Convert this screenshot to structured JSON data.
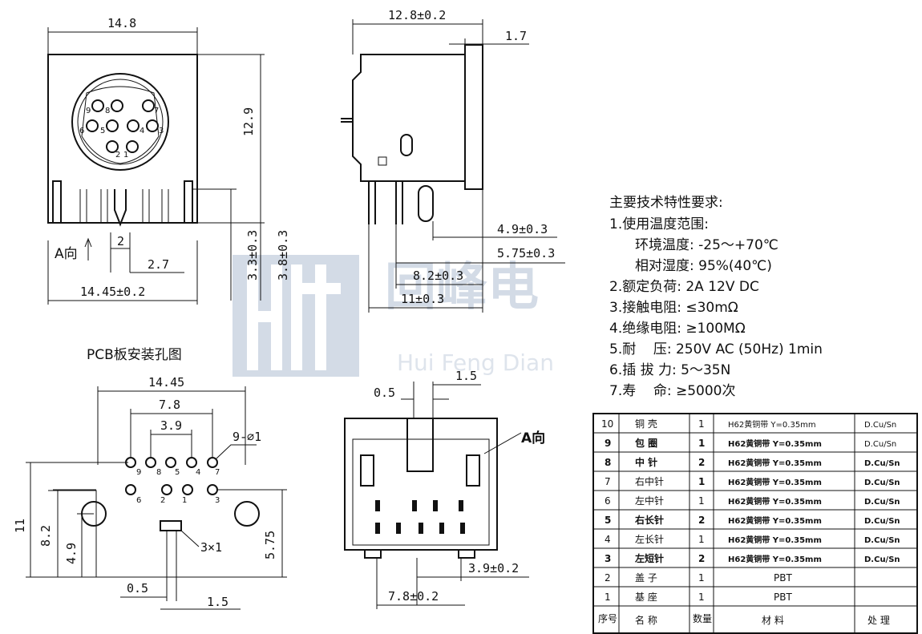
{
  "dimensions": {
    "front_width": "14.8",
    "front_height": "12.9",
    "front_base_width": "14.45±0.2",
    "front_pin_gap": "2",
    "front_pin_offset": "2.7",
    "front_h1": "3.3±0.3",
    "front_h2": "3.8±0.3",
    "side_depth": "12.8±0.2",
    "side_flange": "1.7",
    "side_d1": "4.9±0.3",
    "side_d2": "5.75±0.3",
    "side_d3": "8.2±0.3",
    "side_d4": "11±0.3",
    "pcb_w1": "14.45",
    "pcb_w2": "7.8",
    "pcb_w3": "3.9",
    "pcb_hole": "9-⌀1",
    "pcb_slot": "3×1",
    "pcb_h1": "11",
    "pcb_h2": "8.2",
    "pcb_h3": "4.9",
    "pcb_h4": "5.75",
    "pcb_b1": "0.5",
    "pcb_b2": "1.5",
    "bottom_t1": "0.5",
    "bottom_t2": "1.5",
    "bottom_b1": "3.9±0.2",
    "bottom_b2": "7.8±0.2"
  },
  "labels": {
    "a_view_front": "A向",
    "a_view_bottom": "A向",
    "pcb_title": "PCB板安装孔图",
    "pin_numbers": [
      "9",
      "8",
      "7",
      "6",
      "5",
      "4",
      "3",
      "2",
      "1"
    ]
  },
  "watermark": {
    "cn": "回峰电",
    "en": "Hui Feng Dian"
  },
  "specs": {
    "title": "主要技术特性要求:",
    "lines": [
      "1.使用温度范围:",
      "环境温度: -25～+70℃",
      "相对湿度: 95%(40℃)",
      "2.额定负荷: 2A 12V DC",
      "3.接触电阻: ≤30mΩ",
      "4.绝缘电阻: ≥100MΩ",
      "5.耐    压: 250V AC (50Hz) 1min",
      "6.插 拔 力: 5～35N",
      "7.寿    命: ≥5000次"
    ]
  },
  "bom": {
    "headers": [
      "序号",
      "名 称",
      "数量",
      "材 料",
      "处 理"
    ],
    "rows": [
      {
        "no": "10",
        "name": "铜 壳",
        "qty": "1",
        "material": "H62黄铜带 Y=0.35mm",
        "finish": "D.Cu/Sn"
      },
      {
        "no": "9",
        "name": "包 圈",
        "qty": "1",
        "material": "H62黄铜带 Y=0.35mm",
        "finish": "D.Cu/Sn"
      },
      {
        "no": "8",
        "name": "中 针",
        "qty": "2",
        "material": "H62黄铜带 Y=0.35mm",
        "finish": "D.Cu/Sn"
      },
      {
        "no": "7",
        "name": "右中针",
        "qty": "1",
        "material": "H62黄铜带 Y=0.35mm",
        "finish": "D.Cu/Sn"
      },
      {
        "no": "6",
        "name": "左中针",
        "qty": "1",
        "material": "H62黄铜带 Y=0.35mm",
        "finish": "D.Cu/Sn"
      },
      {
        "no": "5",
        "name": "右长针",
        "qty": "2",
        "material": "H62黄铜带 Y=0.35mm",
        "finish": "D.Cu/Sn"
      },
      {
        "no": "4",
        "name": "左长针",
        "qty": "1",
        "material": "H62黄铜带 Y=0.35mm",
        "finish": "D.Cu/Sn"
      },
      {
        "no": "3",
        "name": "左短针",
        "qty": "2",
        "material": "H62黄铜带 Y=0.35mm",
        "finish": "D.Cu/Sn"
      },
      {
        "no": "2",
        "name": "盖 子",
        "qty": "1",
        "material": "PBT",
        "finish": ""
      },
      {
        "no": "1",
        "name": "基 座",
        "qty": "1",
        "material": "PBT",
        "finish": ""
      }
    ]
  }
}
